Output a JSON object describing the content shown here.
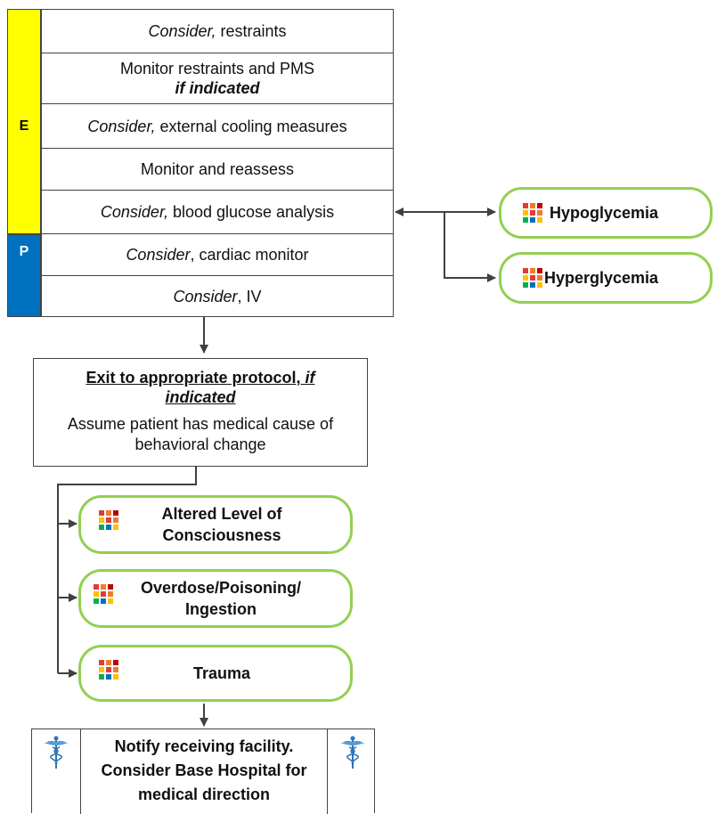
{
  "bands": [
    {
      "letter": "E",
      "color": "#ffff00"
    },
    {
      "letter": "P",
      "color": "#0070c0"
    }
  ],
  "rows": [
    {
      "prefix": "Consider,",
      "text": " restraints",
      "line2": ""
    },
    {
      "prefix": "",
      "text": "Monitor restraints and PMS",
      "line2": "if indicated"
    },
    {
      "prefix": "Consider,",
      "text": " external cooling measures",
      "line2": ""
    },
    {
      "prefix": "",
      "text": "Monitor and reassess",
      "line2": ""
    },
    {
      "prefix": "Consider,",
      "text": " blood glucose analysis",
      "line2": ""
    },
    {
      "prefix": "Consider",
      "text": ", cardiac monitor",
      "line2": ""
    },
    {
      "prefix": "Consider",
      "text": ", IV",
      "line2": ""
    }
  ],
  "glucose_protocols": [
    {
      "label": "Hypoglycemia",
      "icon": "protocol-grid-icon"
    },
    {
      "label": "Hyperglycemia",
      "icon": "protocol-grid-icon"
    }
  ],
  "exit_box": {
    "title_part1": "Exit to appropriate protocol,",
    "title_italic1": " if",
    "title_italic2": "indicated",
    "body": "Assume patient has medical cause of behavioral change"
  },
  "exit_protocols": [
    {
      "line1": "Altered Level of",
      "line2": "Consciousness",
      "icon": "protocol-grid-icon"
    },
    {
      "line1": "Overdose/Poisoning/",
      "line2": "Ingestion",
      "icon": "protocol-grid-icon"
    },
    {
      "line1": "Trauma",
      "line2": "",
      "icon": "protocol-grid-icon"
    }
  ],
  "notify_box": {
    "line1": "Notify receiving facility.",
    "line2": "Consider Base Hospital for",
    "line3": "medical direction",
    "icon": "caduceus-icon"
  },
  "colors": {
    "pill_border": "#92d050",
    "line": "#404040"
  }
}
